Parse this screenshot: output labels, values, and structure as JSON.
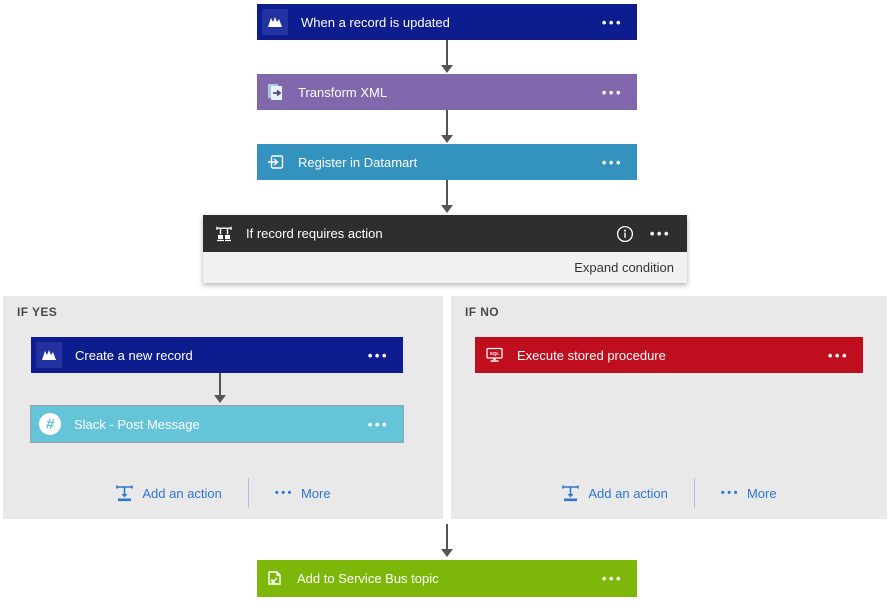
{
  "trigger": {
    "label": "When a record is updated",
    "color": "#0d1c8f"
  },
  "transform_xml": {
    "label": "Transform XML",
    "color": "#8167ab"
  },
  "register_datamart": {
    "label": "Register in Datamart",
    "color": "#3493be"
  },
  "condition": {
    "label": "If record requires action",
    "expand_label": "Expand condition",
    "header_color": "#2e2e2e",
    "footer_color": "#f1f1f1"
  },
  "branches": {
    "yes": {
      "title": "IF YES",
      "actions": [
        {
          "label": "Create a new record",
          "color": "#0d1c8f",
          "icon": "dynamics-icon"
        },
        {
          "label": "Slack - Post Message",
          "color": "#66c4d8",
          "icon": "slack-icon"
        }
      ],
      "add_action_label": "Add an action",
      "more_label": "More"
    },
    "no": {
      "title": "IF NO",
      "actions": [
        {
          "label": "Execute stored procedure",
          "color": "#bf0e1e",
          "icon": "sql-monitor-icon"
        }
      ],
      "add_action_label": "Add an action",
      "more_label": "More"
    }
  },
  "service_bus": {
    "label": "Add to Service Bus topic",
    "color": "#7cb70a"
  },
  "ui": {
    "ellipsis": "•••",
    "more_dots": "•••",
    "slack_hash": "#",
    "panel_color": "#e9e9e9",
    "link_color": "#2f76d2",
    "arrow_color": "#555555"
  }
}
